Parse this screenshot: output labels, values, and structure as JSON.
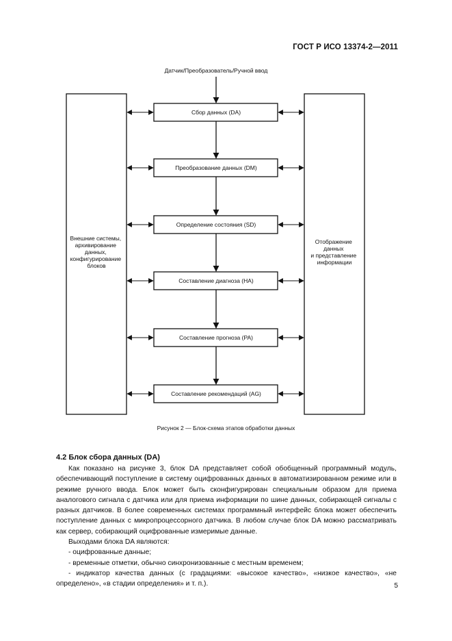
{
  "header": {
    "doc_code": "ГОСТ Р ИСО 13374-2—2011"
  },
  "diagram": {
    "input_label": "Датчик/Преобразователь/Ручной ввод",
    "left_box_lines": [
      "Внешние системы,",
      "архивирование",
      "данных,",
      "конфигурирование",
      "блоков"
    ],
    "right_box_lines": [
      "Отображение",
      "данных",
      "и представление",
      "информации"
    ],
    "stages": [
      "Сбор данных (DA)",
      "Преобразование данных (DM)",
      "Определение состояния (SD)",
      "Составление диагноза (HA)",
      "Составление прогноза (PA)",
      "Составление рекомендаций (AG)"
    ]
  },
  "caption": "Рисунок 2 — Блок-схема этапов обработки данных",
  "section": {
    "title": "4.2 Блок сбора данных (DA)"
  },
  "body": {
    "p1": "Как показано на рисунке 3, блок DA представляет собой обобщенный программный модуль, обеспечивающий поступление в систему оцифрованных данных в автоматизированном режиме или в режиме ручного ввода. Блок может быть сконфигурирован специальным образом для приема аналогового сигнала с датчика или для приема информации по шине данных, собирающей сигналы с разных датчиков. В более современных системах программный интерфейс блока может обеспечить поступление данных с микропроцессорного датчика. В любом случае блок DA можно рассматривать как сервер, собирающий оцифрованные измеримые данные.",
    "p2": "Выходами блока DA являются:",
    "items": [
      "- оцифрованные данные;",
      "- временные отметки, обычно синхронизованные с местным временем;",
      "- индикатор качества данных (с градациями: «высокое качество», «низкое качество», «не определено», «в стадии определения» и т. п.)."
    ]
  },
  "page_number": "5"
}
